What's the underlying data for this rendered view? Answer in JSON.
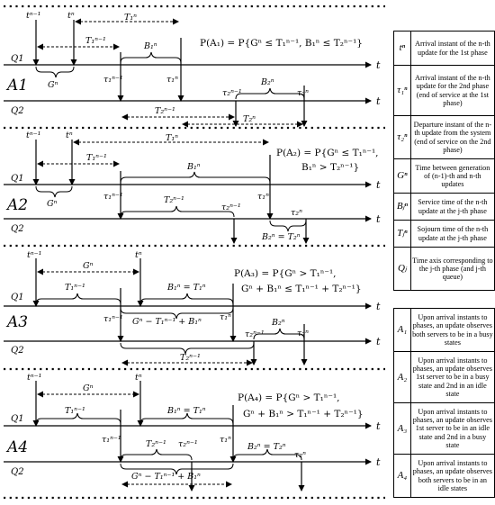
{
  "panels": [
    {
      "name": "A1",
      "queue_top": "Q1",
      "queue_bottom": "Q2",
      "time_label": "t",
      "formula_line1": "P(A₁) = P{Gⁿ ≤ T₁ⁿ⁻¹, B₁ⁿ ≤ T₂ⁿ⁻¹}",
      "formula_line2": "",
      "labels": {
        "t_prev": "tⁿ⁻¹",
        "t_cur": "tⁿ",
        "T1n": "T₁ⁿ",
        "T1n1": "T₁ⁿ⁻¹",
        "B1n": "B₁ⁿ",
        "G": "Gⁿ",
        "tau1n1": "τ₁ⁿ⁻¹",
        "tau1n": "τ₁ⁿ",
        "tau2n1": "τ₂ⁿ⁻¹",
        "B2n": "B₂ⁿ",
        "tau2n": "τ₂ⁿ",
        "T2n1": "T₂ⁿ⁻¹",
        "T2n": "T₂ⁿ"
      }
    },
    {
      "name": "A2",
      "queue_top": "Q1",
      "queue_bottom": "Q2",
      "time_label": "t",
      "formula_line1": "P(A₂) = P{Gⁿ ≤ T₁ⁿ⁻¹,",
      "formula_line2": "B₁ⁿ > T₂ⁿ⁻¹}",
      "labels": {
        "t_prev": "tⁿ⁻¹",
        "t_cur": "tⁿ",
        "T1n": "T₁ⁿ",
        "T1n1": "T₁ⁿ⁻¹",
        "B1n": "B₁ⁿ",
        "G": "Gⁿ",
        "tau1n1": "τ₁ⁿ⁻¹",
        "tau1n": "τ₁ⁿ",
        "T2n1": "T₂ⁿ⁻¹",
        "tau2n1": "τ₂ⁿ⁻¹",
        "B2n_eq": "B₂ⁿ = T₂ⁿ",
        "tau2n": "τ₂ⁿ"
      }
    },
    {
      "name": "A3",
      "queue_top": "Q1",
      "queue_bottom": "Q2",
      "time_label": "t",
      "formula_line1": "P(A₃) = P{Gⁿ > T₁ⁿ⁻¹,",
      "formula_line2": "Gⁿ + B₁ⁿ ≤ T₁ⁿ⁻¹ + T₂ⁿ⁻¹}",
      "labels": {
        "t_prev": "tⁿ⁻¹",
        "t_cur": "tⁿ",
        "G": "Gⁿ",
        "T1n1": "T₁ⁿ⁻¹",
        "B1eq": "B₁ⁿ = T₁ⁿ",
        "tau1n1": "τ₁ⁿ⁻¹",
        "gap": "Gⁿ − T₁ⁿ⁻¹ + B₁ⁿ",
        "tau1n": "τ₁ⁿ",
        "tau2n1": "τ₂ⁿ⁻¹",
        "B2n": "B₂ⁿ",
        "tau2n": "τ₂ⁿ",
        "T2n1": "T₂ⁿ⁻¹"
      }
    },
    {
      "name": "A4",
      "queue_top": "Q1",
      "queue_bottom": "Q2",
      "time_label": "t",
      "formula_line1": "P(A₄) = P{Gⁿ > T₁ⁿ⁻¹,",
      "formula_line2": "Gⁿ + B₁ⁿ > T₁ⁿ⁻¹ + T₂ⁿ⁻¹}",
      "labels": {
        "t_prev": "tⁿ⁻¹",
        "t_cur": "tⁿ",
        "G": "Gⁿ",
        "T1n1": "T₁ⁿ⁻¹",
        "B1eq": "B₁ⁿ = T₁ⁿ",
        "tau1n1": "τ₁ⁿ⁻¹",
        "T2n1": "T₂ⁿ⁻¹",
        "tau2n1": "τ₂ⁿ⁻¹",
        "tau1n": "τ₁ⁿ",
        "B2eq": "B₂ⁿ = T₂ⁿ",
        "tau2n": "τ₂ⁿ",
        "gap": "Gⁿ − T₁ⁿ⁻¹ + B₁ⁿ"
      }
    }
  ],
  "legend": [
    {
      "symbol": "tⁿ",
      "text": "Arrival instant of the n-th update for the 1st phase"
    },
    {
      "symbol": "τ₁ⁿ",
      "text": "Arrival instant of the n-th update for the 2nd phase (end of service at the 1st phase)"
    },
    {
      "symbol": "τ₂ⁿ",
      "text": "Departure instant of the n-th update from the system (end of service on the 2nd phase)"
    },
    {
      "symbol": "Gⁿ",
      "text": "Time between generation of (n-1)-th and n-th updates"
    },
    {
      "symbol": "Bⱼⁿ",
      "text": "Service time of the n-th update at the j-th phase"
    },
    {
      "symbol": "Tⱼⁿ",
      "text": "Sojourn time of the n-th update at the j-th phase"
    },
    {
      "symbol": "Qⱼ",
      "text": "Time axis corresponding to the j-th phase (and j-th queue)"
    }
  ],
  "legend_events": [
    {
      "symbol": "A₁",
      "text": "Upon arrival instants to phases, an update observes both servers to be in a busy states"
    },
    {
      "symbol": "A₂",
      "text": "Upon arrival instants to phases, an update observes 1st server to be in a busy state and 2nd in an idle state"
    },
    {
      "symbol": "A₃",
      "text": "Upon arrival instants to phases, an update observes 1st server to be in an idle state and 2nd in a busy state"
    },
    {
      "symbol": "A₄",
      "text": "Upon arrival instants to phases, an update observes both servers to be in an idle states"
    }
  ]
}
